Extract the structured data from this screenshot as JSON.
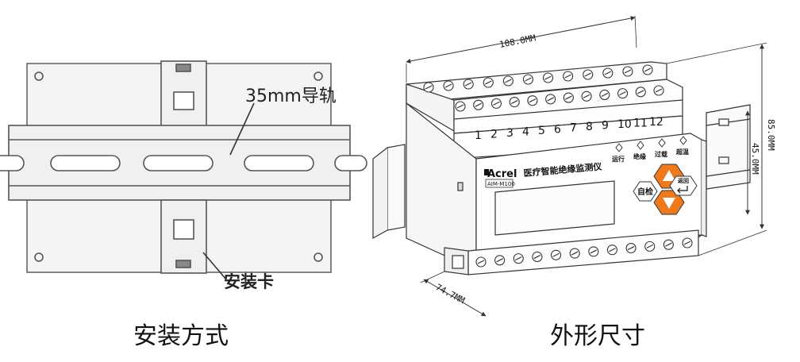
{
  "left_panel": {
    "rail_label": "35mm导轨",
    "clip_label": "安装卡",
    "caption": "安装方式"
  },
  "right_panel": {
    "caption": "外形尺寸",
    "dimensions": {
      "width": "108.0MM",
      "height": "85.0MM",
      "inner_height": "45.0MM",
      "depth": "74.7MM"
    },
    "terminals_top": [
      "1",
      "2",
      "3",
      "4",
      "5",
      "6",
      "7",
      "8",
      "9",
      "10",
      "11",
      "12"
    ],
    "device": {
      "brand": "Acrel",
      "model": "AIM-M100",
      "title": "医疗智能绝缘监测仪",
      "indicators": [
        "运行",
        "绝缘",
        "过载",
        "超温"
      ],
      "btn_self_check": "自检",
      "btn_return": "返回"
    }
  },
  "colors": {
    "button_orange": "#f07a1a",
    "line": "#333333"
  }
}
